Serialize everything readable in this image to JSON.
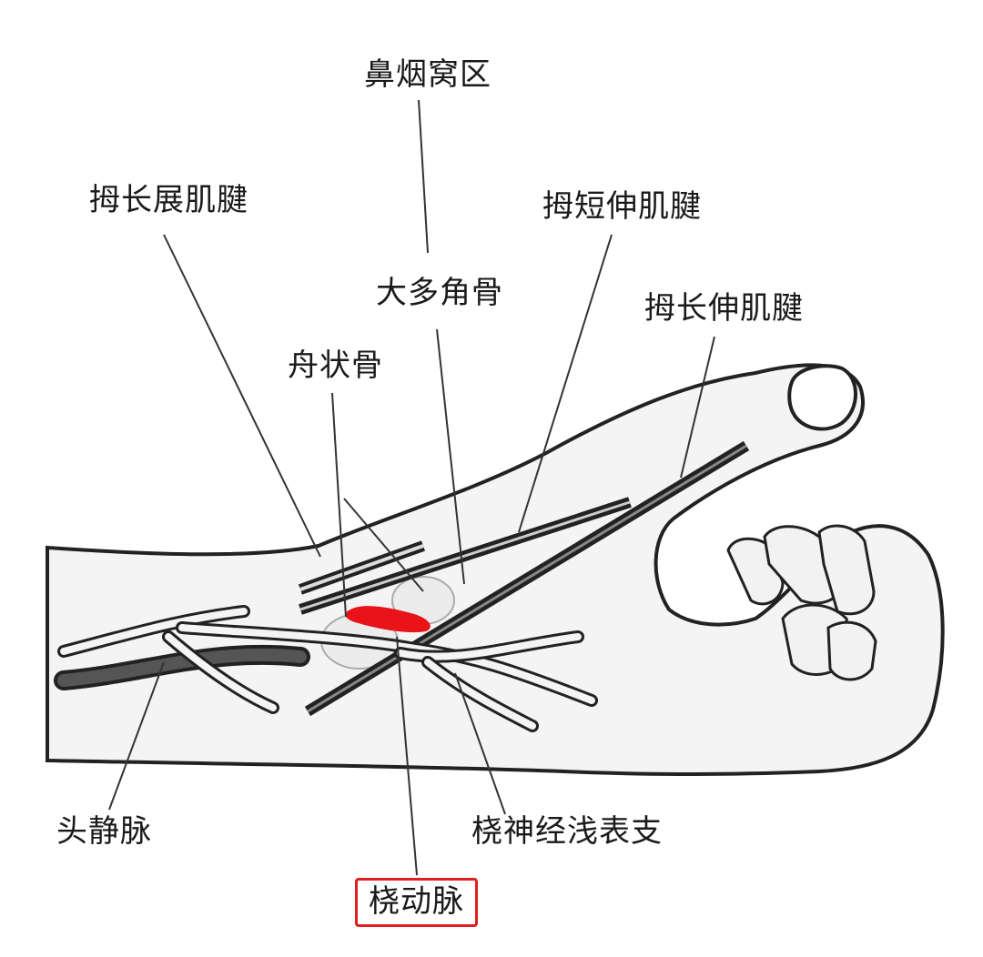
{
  "diagram": {
    "labels": {
      "snuffbox": "鼻烟窝区",
      "apl_tendon": "拇长展肌腱",
      "epb_tendon": "拇短伸肌腱",
      "trapezium": "大多角骨",
      "epl_tendon": "拇长伸肌腱",
      "scaphoid": "舟状骨",
      "cephalic_vein": "头静脉",
      "superficial_radial_nerve": "桡神经浅表支",
      "radial_artery": "桡动脉"
    },
    "colors": {
      "line": "#222222",
      "skin": "#f4f4f4",
      "artery_highlight": "#e8141a",
      "highlight_box": "#e02020"
    }
  }
}
